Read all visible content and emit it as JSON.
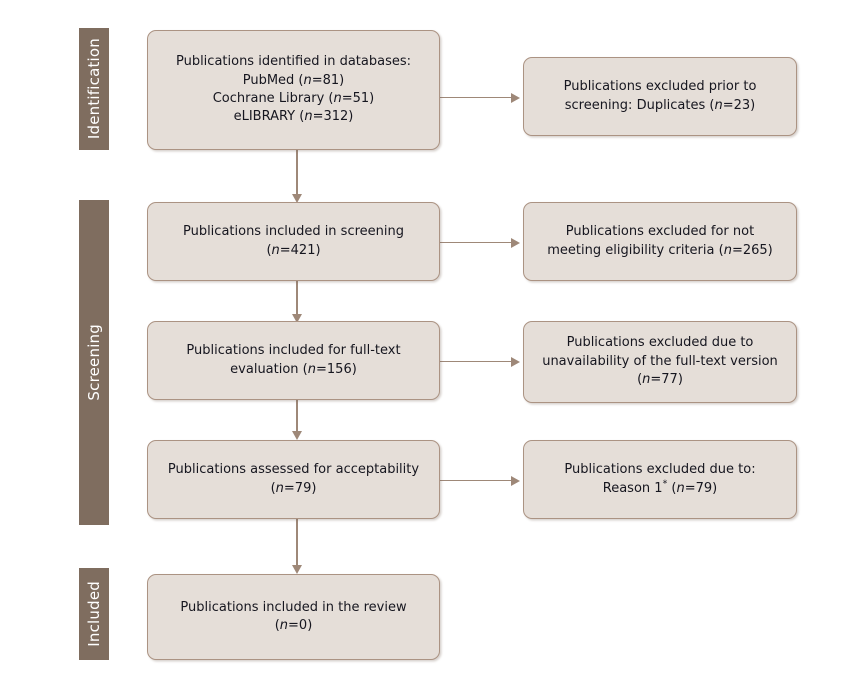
{
  "diagram": {
    "type": "prisma-flow-diagram",
    "colors": {
      "stage_bar": "#7f6d5f",
      "node_fill": "#e5ded8",
      "node_border": "#ab9383",
      "connector": "#9e8878",
      "text": "#16161f",
      "background": "#ffffff"
    },
    "stages": [
      {
        "key": "identification",
        "label": "Identification"
      },
      {
        "key": "screening",
        "label": "Screening"
      },
      {
        "key": "included",
        "label": "Included"
      }
    ],
    "nodes": [
      {
        "key": "identified",
        "stage": "identification",
        "column": "left",
        "lines": [
          "Publications identified in databases:",
          "PubMed (n=81)",
          "Cochrane Library (n=51)",
          "eLIBRARY (n=312)"
        ],
        "counts": {
          "PubMed": 81,
          "Cochrane Library": 51,
          "eLIBRARY": 312
        }
      },
      {
        "key": "excluded-duplicates",
        "stage": "identification",
        "column": "right",
        "lines": [
          "Publications excluded prior to",
          "screening: Duplicates (n=23)"
        ],
        "counts": {
          "duplicates": 23
        }
      },
      {
        "key": "screening-included",
        "stage": "screening",
        "column": "left",
        "lines": [
          "Publications included in screening",
          "(n=421)"
        ],
        "counts": {
          "n": 421
        }
      },
      {
        "key": "excluded-eligibility",
        "stage": "screening",
        "column": "right",
        "lines": [
          "Publications excluded for not",
          "meeting eligibility criteria (n=265)"
        ],
        "counts": {
          "n": 265
        }
      },
      {
        "key": "fulltext-included",
        "stage": "screening",
        "column": "left",
        "lines": [
          "Publications included for full-text",
          "evaluation (n=156)"
        ],
        "counts": {
          "n": 156
        }
      },
      {
        "key": "excluded-unavailable",
        "stage": "screening",
        "column": "right",
        "lines": [
          "Publications excluded due to",
          "unavailability of the full-text version",
          "(n=77)"
        ],
        "counts": {
          "n": 77
        }
      },
      {
        "key": "assessed-acceptability",
        "stage": "screening",
        "column": "left",
        "lines": [
          "Publications assessed for acceptability",
          "(n=79)"
        ],
        "counts": {
          "n": 79
        }
      },
      {
        "key": "excluded-reason1",
        "stage": "screening",
        "column": "right",
        "lines": [
          "Publications excluded due to:",
          "Reason 1* (n=79)"
        ],
        "counts": {
          "n": 79
        },
        "footnote_marker": "*"
      },
      {
        "key": "review-included",
        "stage": "included",
        "column": "left",
        "lines": [
          "Publications included in the review",
          "(n=0)"
        ],
        "counts": {
          "n": 0
        }
      }
    ],
    "connectors": [
      {
        "from": "identified",
        "to": "screening-included",
        "direction": "down"
      },
      {
        "from": "identified",
        "to": "excluded-duplicates",
        "direction": "right"
      },
      {
        "from": "screening-included",
        "to": "fulltext-included",
        "direction": "down"
      },
      {
        "from": "screening-included",
        "to": "excluded-eligibility",
        "direction": "right"
      },
      {
        "from": "fulltext-included",
        "to": "assessed-acceptability",
        "direction": "down"
      },
      {
        "from": "fulltext-included",
        "to": "excluded-unavailable",
        "direction": "right"
      },
      {
        "from": "assessed-acceptability",
        "to": "review-included",
        "direction": "down"
      },
      {
        "from": "assessed-acceptability",
        "to": "excluded-reason1",
        "direction": "right"
      }
    ]
  }
}
